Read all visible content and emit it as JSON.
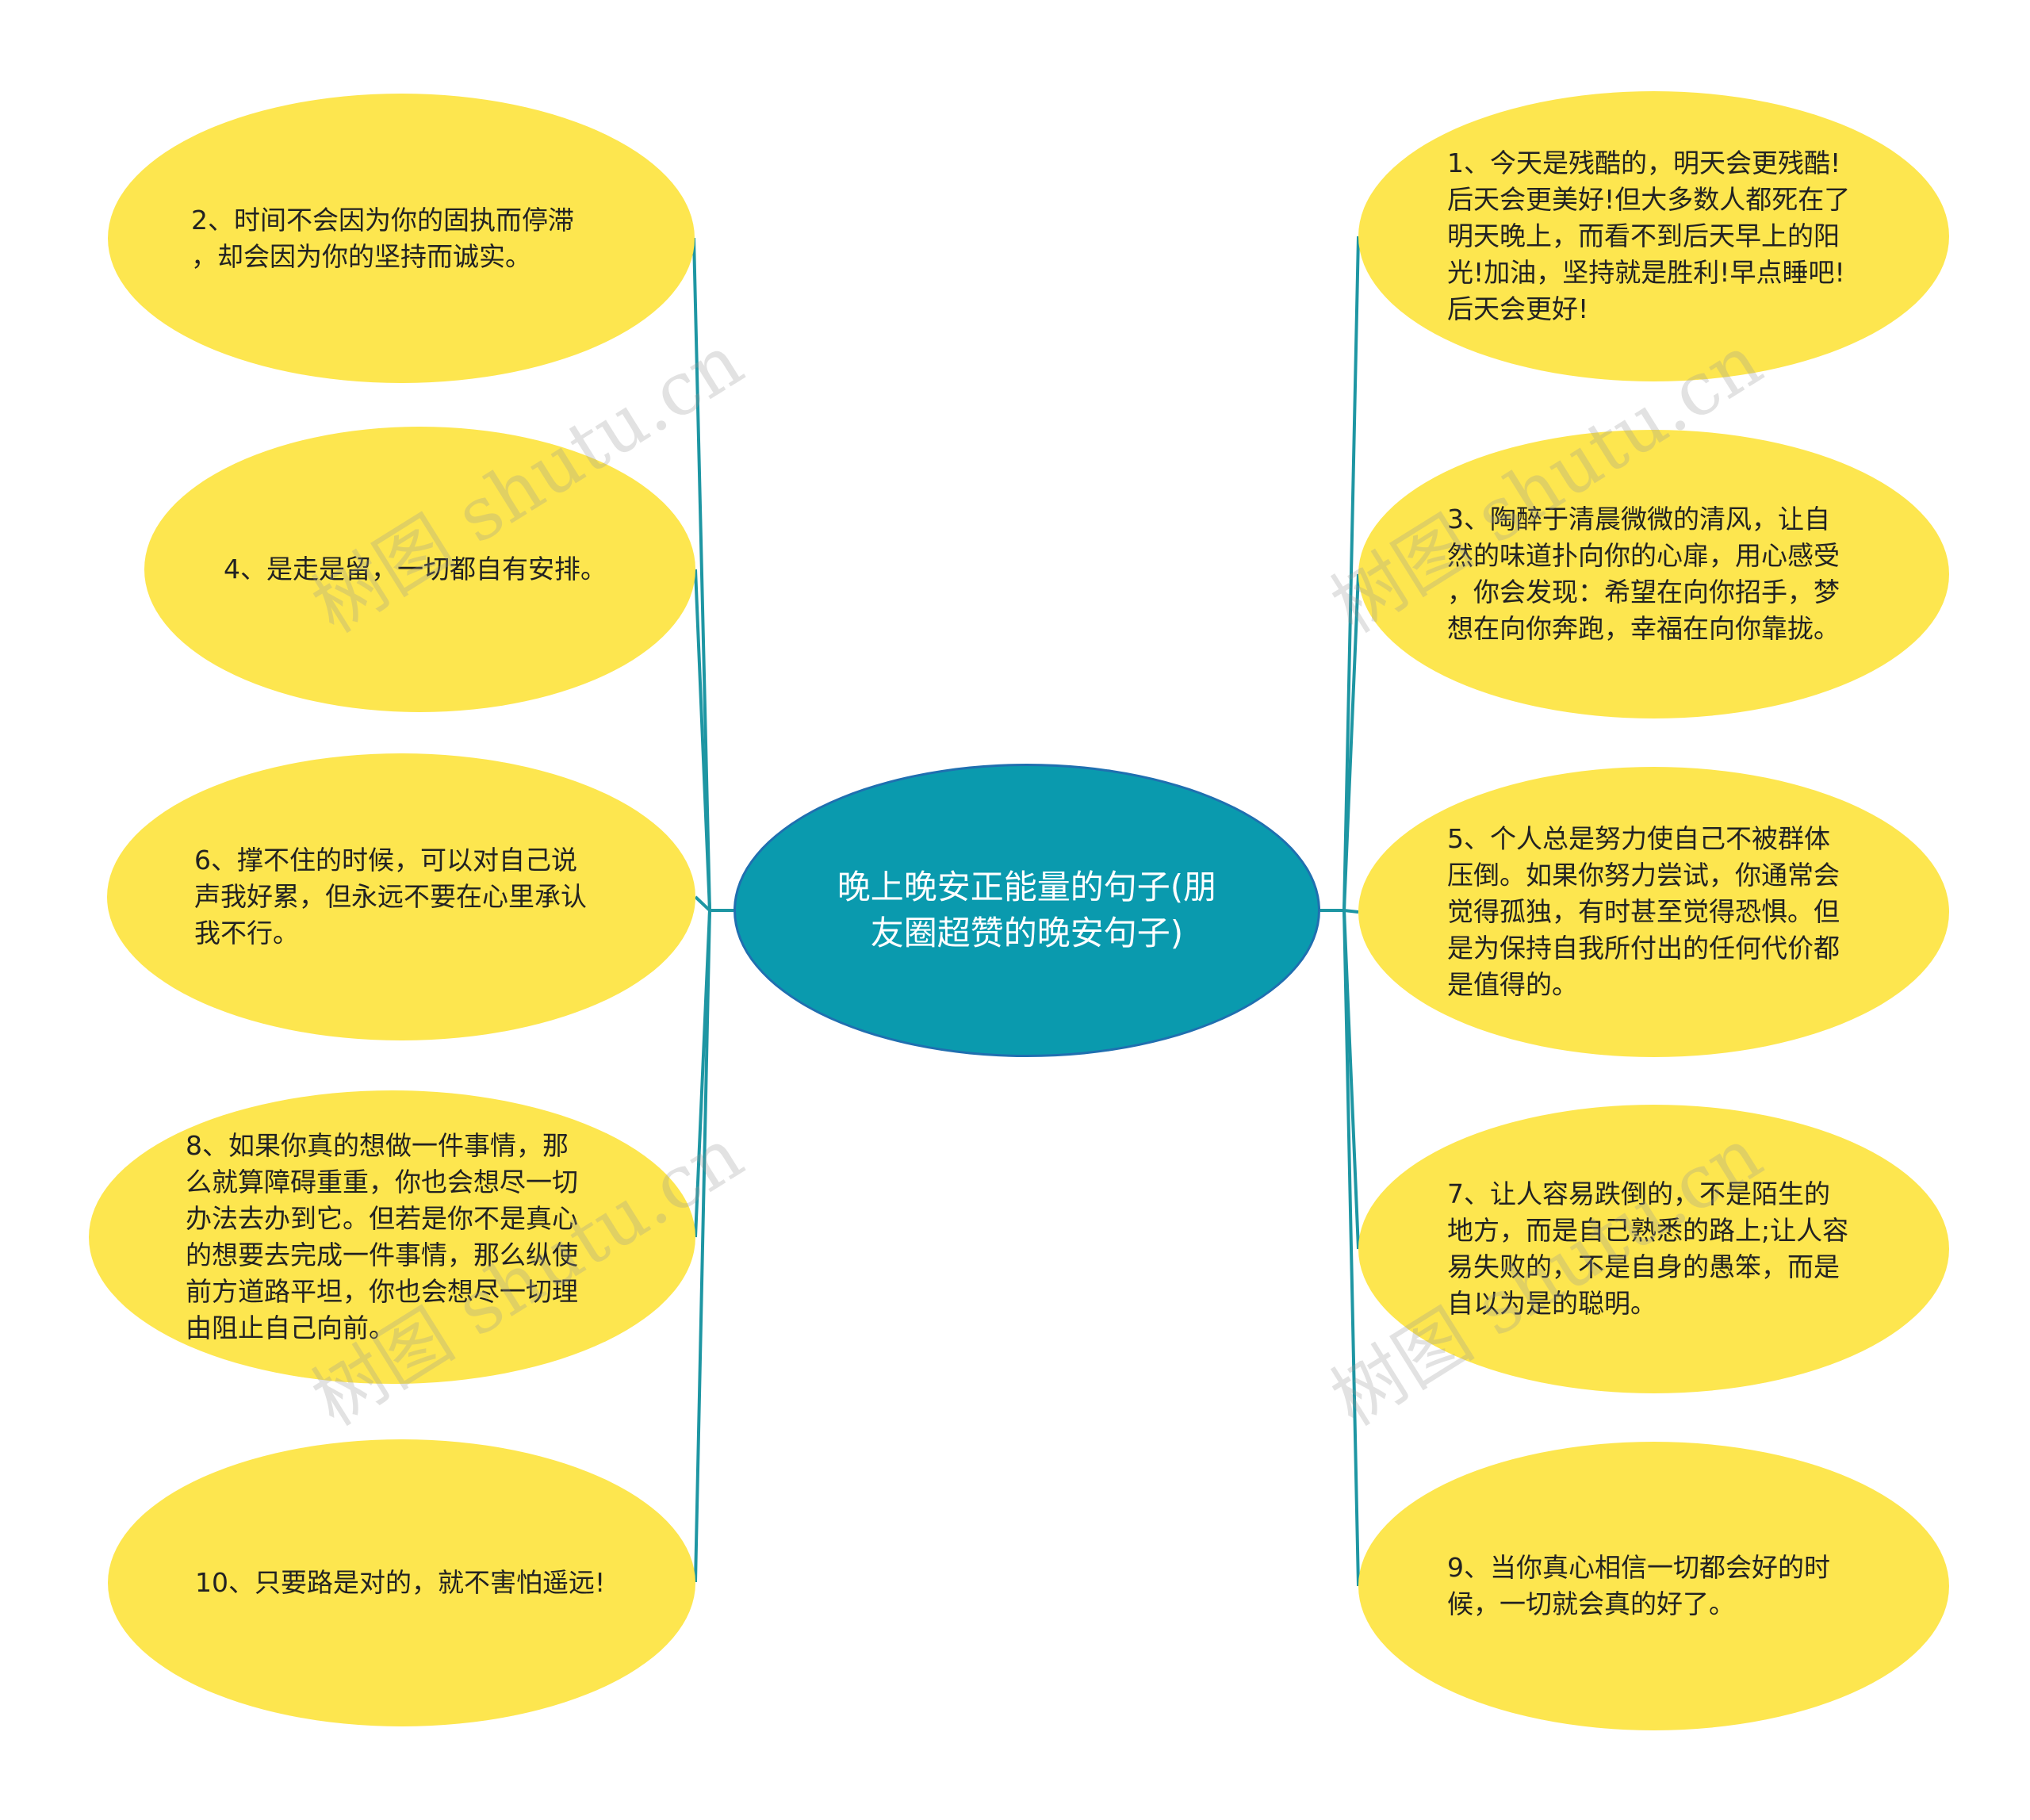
{
  "center": {
    "title": "晚上晚安正能量的句子(朋\n友圈超赞的晚安句子)"
  },
  "left_nodes": [
    {
      "text": "2、时间不会因为你的固执而停滞\n，却会因为你的坚持而诚实。"
    },
    {
      "text": "4、是走是留，一切都自有安排。"
    },
    {
      "text": "6、撑不住的时候，可以对自己说\n声我好累，但永远不要在心里承认\n我不行。"
    },
    {
      "text": "8、如果你真的想做一件事情，那\n么就算障碍重重，你也会想尽一切\n办法去办到它。但若是你不是真心\n的想要去完成一件事情，那么纵使\n前方道路平坦，你也会想尽一切理\n由阻止自己向前。"
    },
    {
      "text": "10、只要路是对的，就不害怕遥远!"
    }
  ],
  "right_nodes": [
    {
      "text": "1、今天是残酷的，明天会更残酷!\n后天会更美好!但大多数人都死在了\n明天晚上，而看不到后天早上的阳\n光!加油，坚持就是胜利!早点睡吧!\n后天会更好!"
    },
    {
      "text": "3、陶醉于清晨微微的清风，让自\n然的味道扑向你的心扉，用心感受\n，你会发现：希望在向你招手，梦\n想在向你奔跑，幸福在向你靠拢。"
    },
    {
      "text": "5、个人总是努力使自己不被群体\n压倒。如果你努力尝试，你通常会\n觉得孤独，有时甚至觉得恐惧。但\n是为保持自我所付出的任何代价都\n是值得的。"
    },
    {
      "text": "7、让人容易跌倒的，不是陌生的\n地方，而是自己熟悉的路上;让人容\n易失败的，不是自身的愚笨，而是\n自以为是的聪明。"
    },
    {
      "text": "9、当你真心相信一切都会好的时\n候，一切就会真的好了。"
    }
  ],
  "watermarks": [
    "树图 shutu.cn",
    "树图 shutu.cn",
    "树图 shutu.cn",
    "树图 shutu.cn"
  ],
  "colors": {
    "leaf": "#fde64f",
    "center": "#0a9aae",
    "connector": "#1e96a3"
  }
}
